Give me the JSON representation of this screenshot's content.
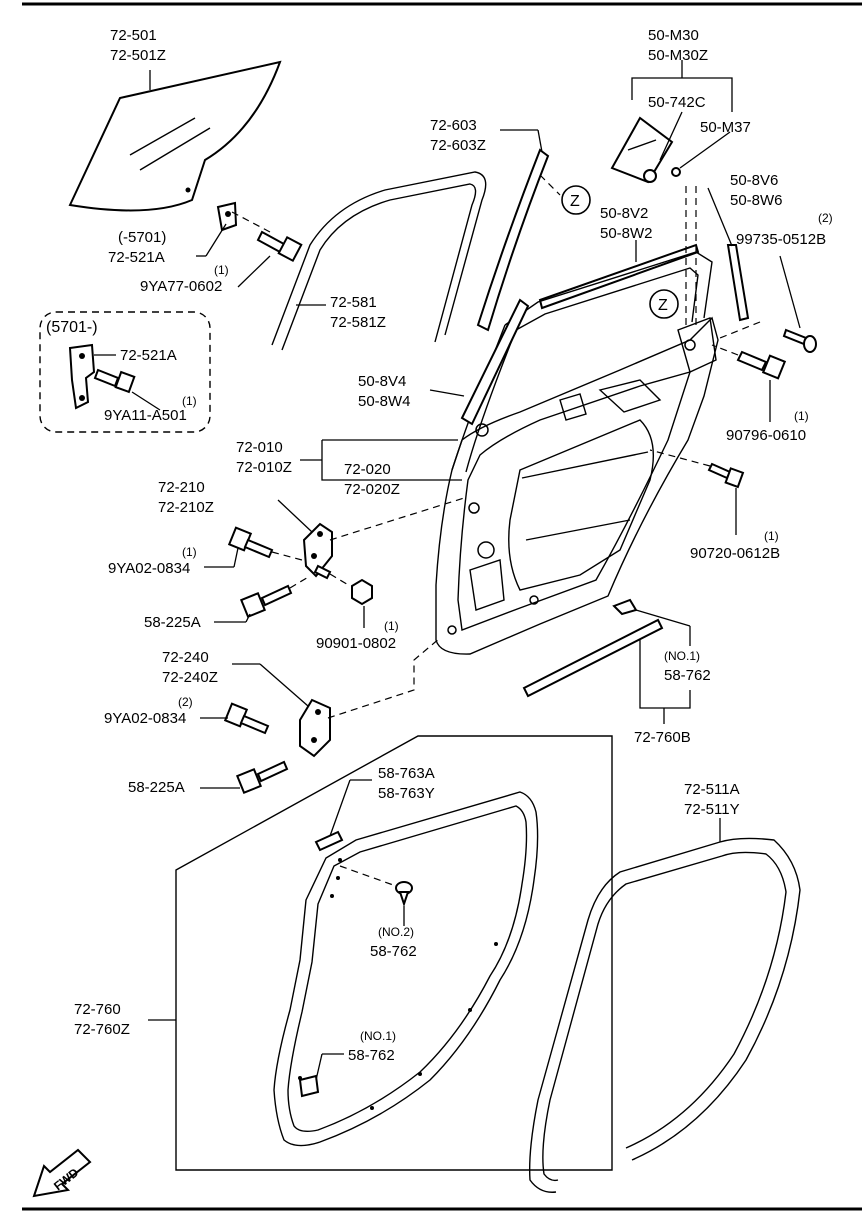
{
  "labels": {
    "glass": [
      "72-501",
      "72-501Z"
    ],
    "bracket_old": [
      "(-5701)",
      "72-521A"
    ],
    "bolt_9ya77": [
      "(1)",
      "9YA77-0602"
    ],
    "inset_title": "(5701-)",
    "inset_bracket": "72-521A",
    "inset_bolt": [
      "(1)",
      "9YA11-A501"
    ],
    "run_channel": [
      "72-581",
      "72-581Z"
    ],
    "garnish_72603": [
      "72-603",
      "72-603Z"
    ],
    "z_marker": "Z",
    "mirror_group": [
      "50-M30",
      "50-M30Z"
    ],
    "mirror_part_a": "50-742C",
    "mirror_part_b": "50-M37",
    "molding_8v6": [
      "50-8V6",
      "50-8W6"
    ],
    "molding_8v2": [
      "50-8V2",
      "50-8W2"
    ],
    "screw_99735": [
      "(2)",
      "99735-0512B"
    ],
    "molding_8v4": [
      "50-8V4",
      "50-8W4"
    ],
    "bolt_90796": [
      "(1)",
      "90796-0610"
    ],
    "door_shell": [
      "72-010",
      "72-010Z"
    ],
    "door_panel": [
      "72-020",
      "72-020Z"
    ],
    "hinge_upper": [
      "72-210",
      "72-210Z"
    ],
    "bolt_9ya02_upper": [
      "(1)",
      "9YA02-0834"
    ],
    "bolt_58225_upper": "58-225A",
    "nut_90901": [
      "(1)",
      "90901-0802"
    ],
    "screw_90720": [
      "(1)",
      "90720-0612B"
    ],
    "clip_no1_upper": [
      "(NO.1)",
      "58-762"
    ],
    "weatherstrip_lower": "72-760B",
    "hinge_lower": [
      "72-240",
      "72-240Z"
    ],
    "bolt_9ya02_lower": [
      "(2)",
      "9YA02-0834"
    ],
    "bolt_58225_lower": "58-225A",
    "clip_58763": [
      "58-763A",
      "58-763Y"
    ],
    "clip_no2": [
      "(NO.2)",
      "58-762"
    ],
    "weatherstrip_main": [
      "72-760",
      "72-760Z"
    ],
    "clip_no1_lower": [
      "(NO.1)",
      "58-762"
    ],
    "weatherstrip_outer": [
      "72-511A",
      "72-511Y"
    ],
    "fwd_arrow": "FWD"
  }
}
